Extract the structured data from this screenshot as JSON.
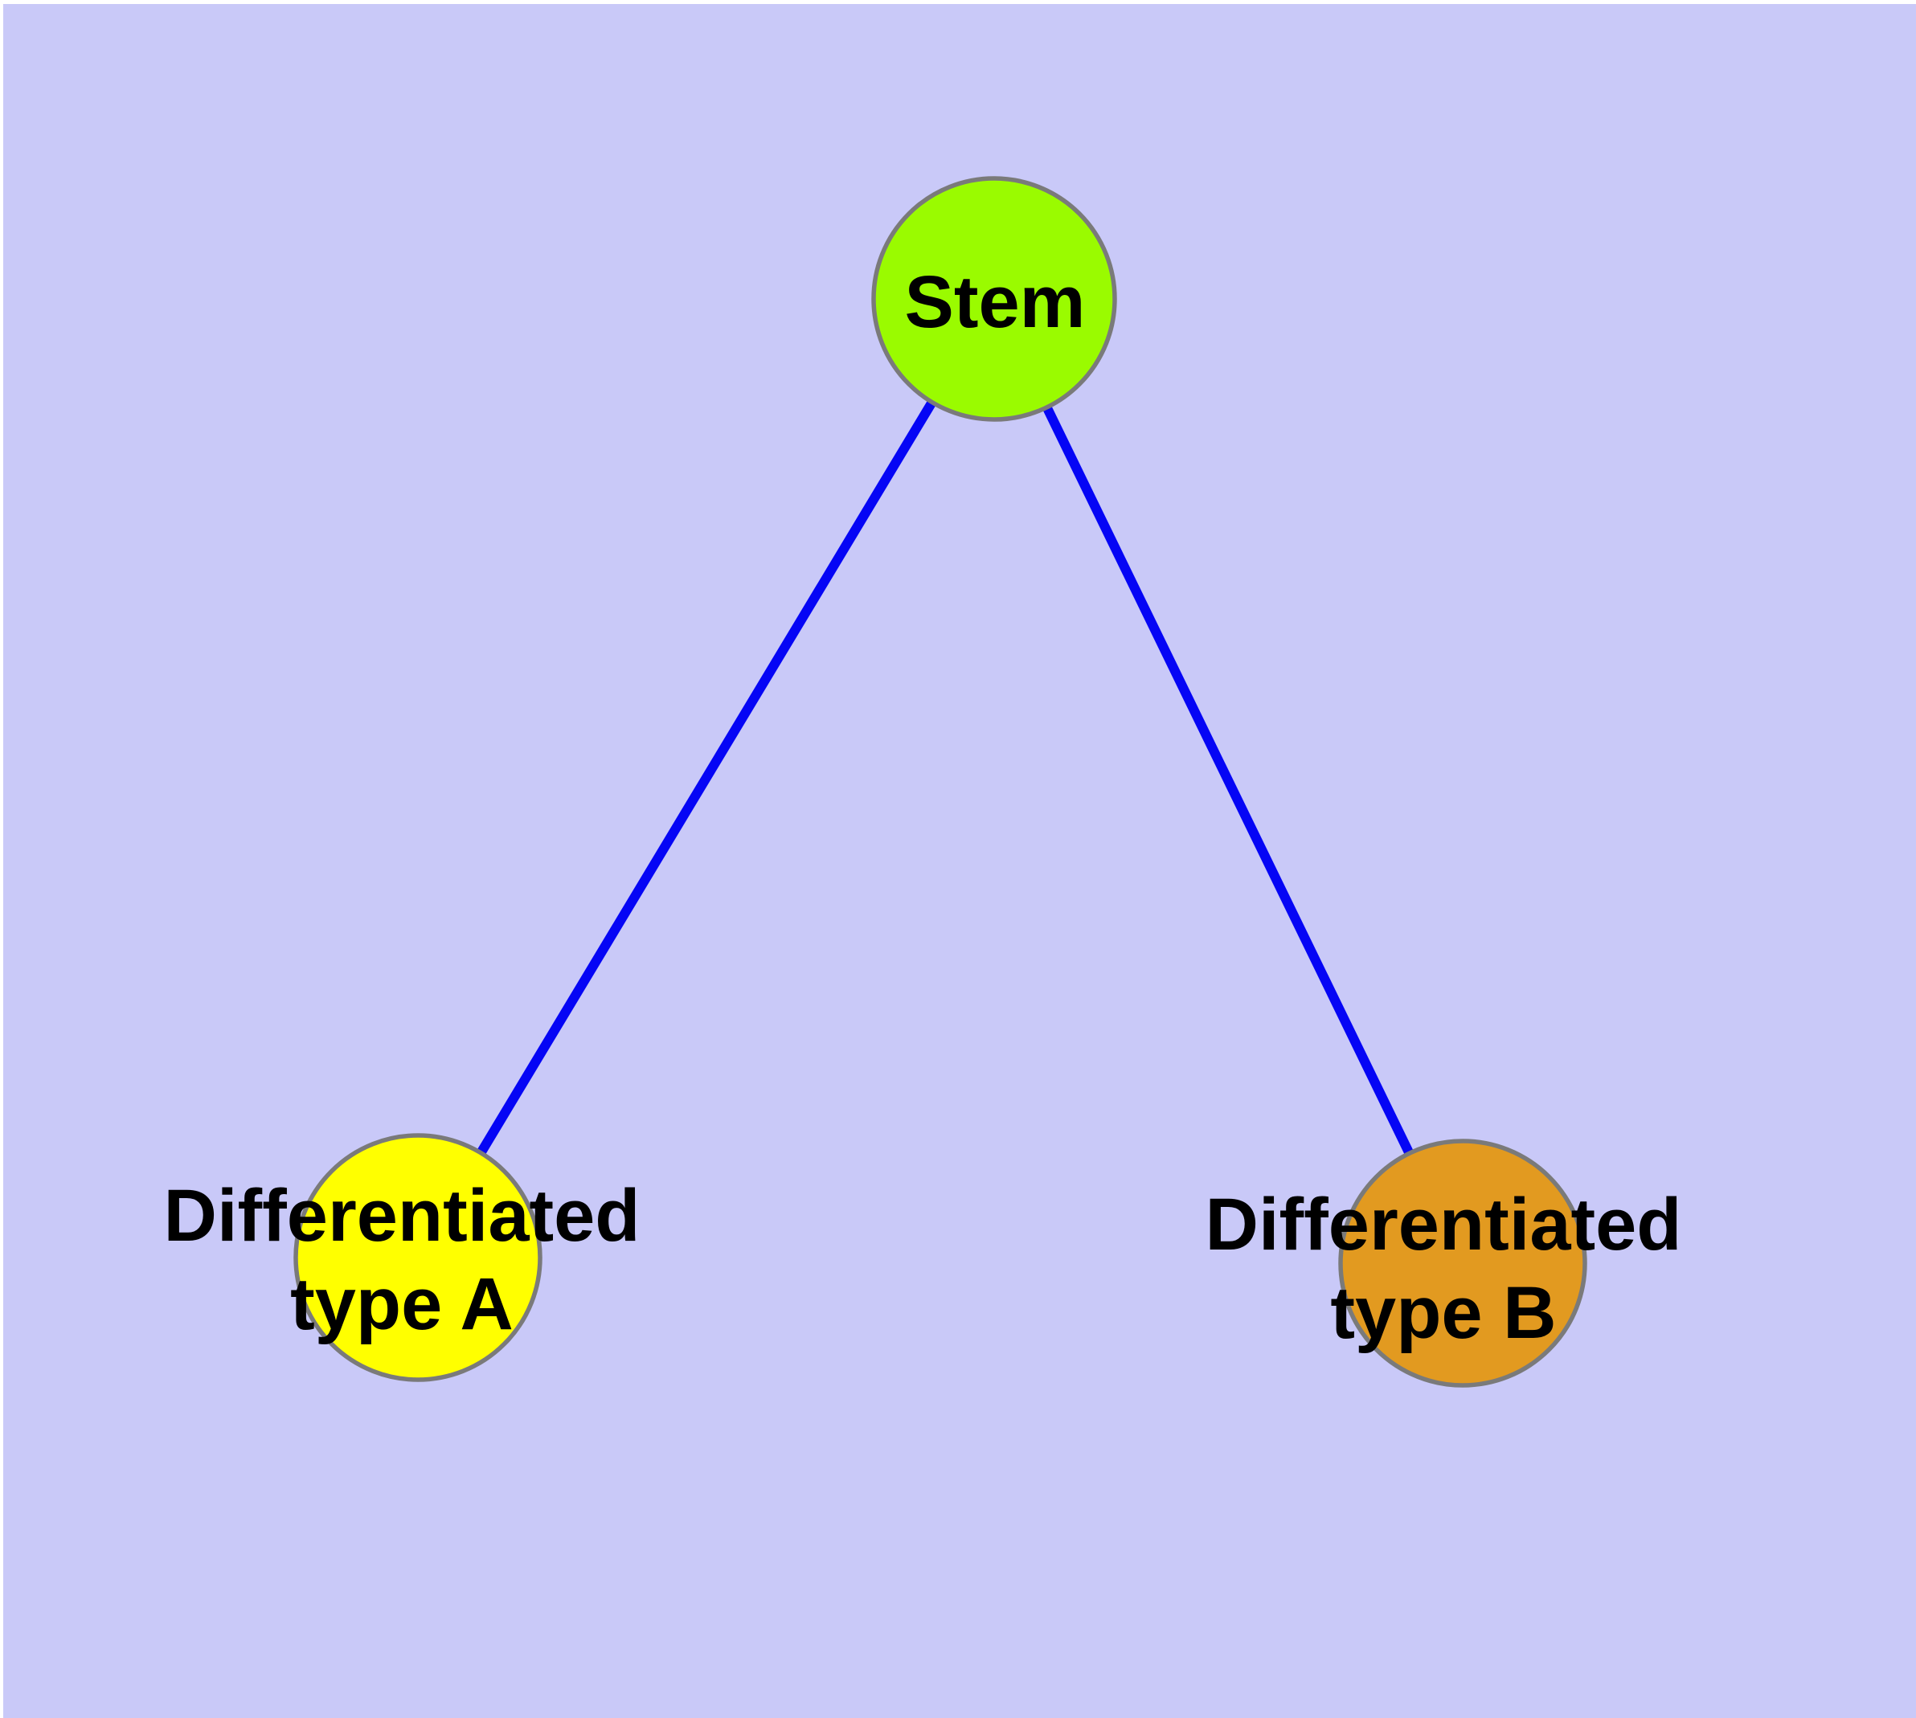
{
  "diagram": {
    "background_color": "#c9c9f8",
    "frame_color": "#ffffff",
    "edge_color": "#0505f5",
    "node_border_color": "#7a7a7a",
    "label_color": "#000000",
    "nodes": [
      {
        "id": "stem",
        "label_lines": [
          "Stem"
        ],
        "fill": "#9afb00"
      },
      {
        "id": "differentiated-type-a",
        "label_lines": [
          "Differentiated",
          "type A"
        ],
        "fill": "#ffff00"
      },
      {
        "id": "differentiated-type-b",
        "label_lines": [
          "Differentiated",
          "type B"
        ],
        "fill": "#e29a20"
      }
    ],
    "edges": [
      {
        "from": "Stem",
        "to": "Differentiated type A"
      },
      {
        "from": "Stem",
        "to": "Differentiated type B"
      }
    ]
  }
}
